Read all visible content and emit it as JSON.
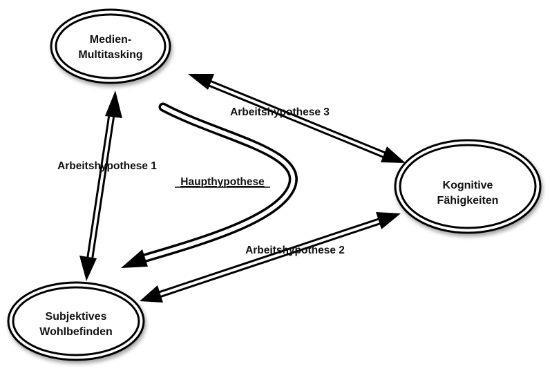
{
  "nodes": {
    "medien": {
      "line1": "Medien-",
      "line2": "Multitasking"
    },
    "kognitive": {
      "line1": "Kognitive",
      "line2": "Fähigkeiten"
    },
    "subjektives": {
      "line1": "Subjektives",
      "line2": "Wohlbefinden"
    }
  },
  "edges": {
    "h1": "Arbeitshypothese 1",
    "h2": "Arbeitshypothese 2",
    "h3": "Arbeitshypothese 3",
    "main": "Haupthypothese"
  },
  "colors": {
    "stroke": "#000000",
    "fill": "#ffffff",
    "text": "#111111"
  }
}
